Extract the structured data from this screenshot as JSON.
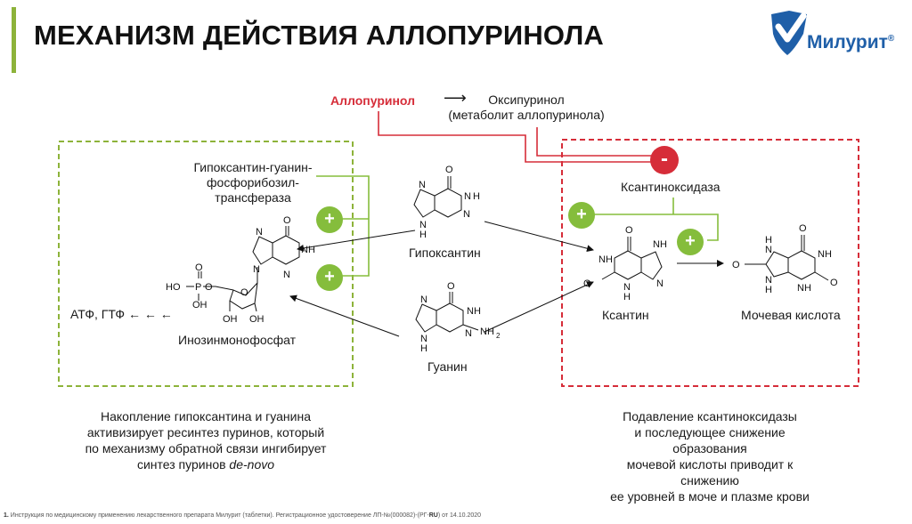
{
  "header": {
    "title": "МЕХАНИЗМ ДЕЙСТВИЯ АЛЛОПУРИНОЛА",
    "logo_text": "Милурит",
    "logo_mark": "®"
  },
  "drug": {
    "name": "Аллопуринол",
    "arrow": "⟶",
    "metabolite": "Оксипуринол\n(метаболит аллопуринола)"
  },
  "enzymes": {
    "hgprt": "Гипоксантин-гуанин-\nфосфорибозил-\nтрансфераза",
    "xanthine_oxidase": "Ксантиноксидаза"
  },
  "signs": {
    "plus": "+",
    "minus": "-"
  },
  "molecules": {
    "hypoxanthine": "Гипоксантин",
    "guanine": "Гуанин",
    "imp": "Инозинмонофосфат",
    "xanthine": "Ксантин",
    "uric_acid": "Мочевая кислота",
    "atp_gtp": "АТФ, ГТФ ← ← ←"
  },
  "atoms": {
    "O": "O",
    "N": "N",
    "H": "H",
    "NH": "NH",
    "NH2": "NH",
    "sub2": "2",
    "HO": "HO",
    "P": "P",
    "OH": "OH"
  },
  "captions": {
    "left_main": "Накопление гипоксантина и гуанина\nактивизирует ресинтез пуринов, который\nпо механизму обратной связи ингибирует\nсинтез пуринов ",
    "left_italic": "de-novo",
    "right": "Подавление ксантиноксидазы\nи последующее снижение образования\nмочевой кислоты приводит к снижению\nее уровней в моче и плазме крови"
  },
  "footnote": {
    "number": "1.",
    "text": " Инструкция по медицинскому применению лекарственного препарата Милурит (таблетки). Регистрационное удостоверение ЛП-№(000082)-(РГ-",
    "bold": "RU",
    "tail": ") от 14.10.2020"
  },
  "colors": {
    "accent": "#8db33a",
    "inhibitor_red": "#d62d39",
    "activator_green": "#85bd3c",
    "logo_blue": "#1f5fa8"
  },
  "icons": {
    "logo": "milurit-checkmark-shield-icon"
  }
}
